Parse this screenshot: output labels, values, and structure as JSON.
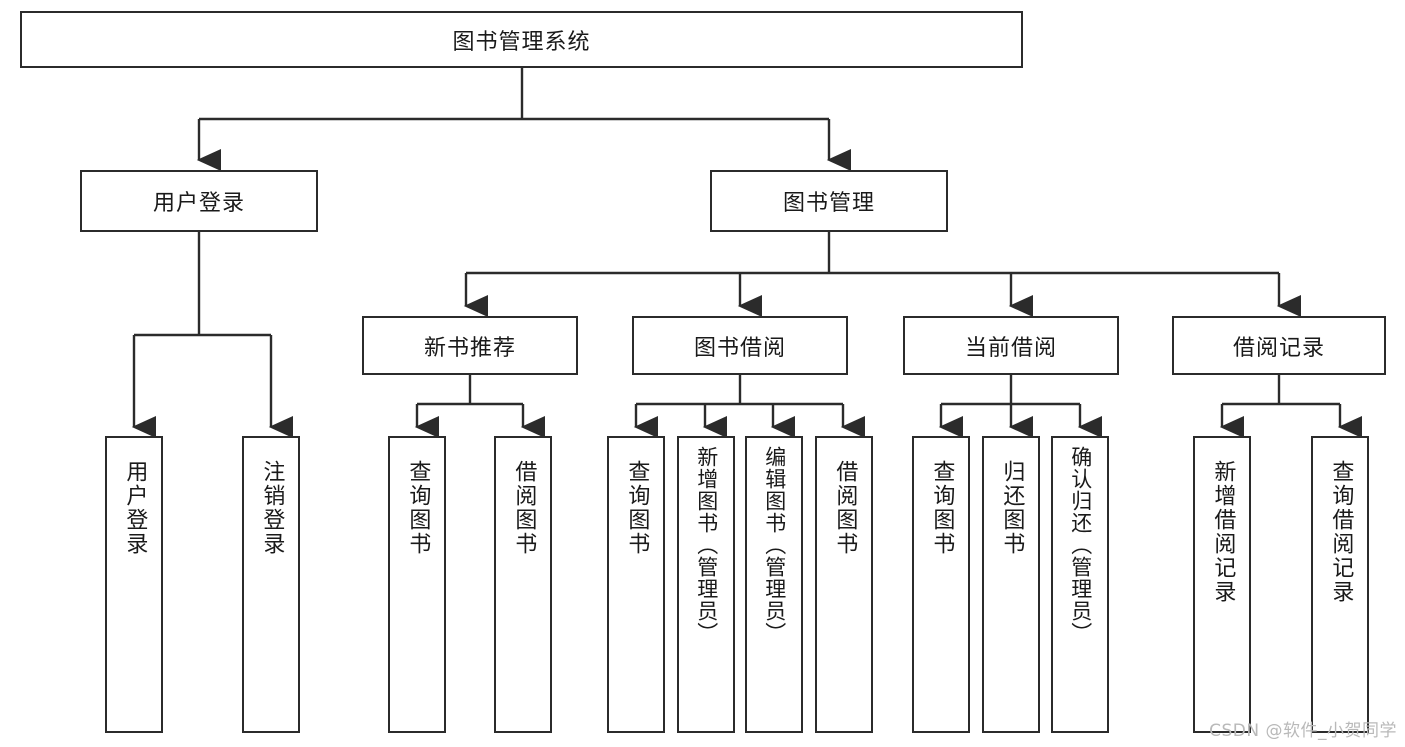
{
  "diagram": {
    "title": "图书管理系统",
    "background_color": "#ffffff",
    "line_color": "#2b2b2b",
    "text_color": "#1a1a1a",
    "watermark": "CSDN @软件_小贺同学",
    "watermark_color": "#b9b9b9"
  },
  "nodes": {
    "root": {
      "label": "图书管理系统",
      "level": 1,
      "orientation": "horizontal"
    },
    "l2": [
      {
        "label": "用户登录",
        "level": 2,
        "orientation": "horizontal"
      },
      {
        "label": "图书管理",
        "level": 2,
        "orientation": "horizontal"
      }
    ],
    "l3": [
      {
        "label": "新书推荐",
        "level": 3,
        "orientation": "horizontal"
      },
      {
        "label": "图书借阅",
        "level": 3,
        "orientation": "horizontal"
      },
      {
        "label": "当前借阅",
        "level": 3,
        "orientation": "horizontal"
      },
      {
        "label": "借阅记录",
        "level": 3,
        "orientation": "horizontal"
      }
    ],
    "leaves_user_login": [
      {
        "label": "用户登录",
        "orientation": "vertical"
      },
      {
        "label": "注销登录",
        "orientation": "vertical"
      }
    ],
    "leaves_new_book": [
      {
        "label": "查询图书",
        "orientation": "vertical"
      },
      {
        "label": "借阅图书",
        "orientation": "vertical"
      }
    ],
    "leaves_borrow": [
      {
        "label": "查询图书",
        "orientation": "vertical"
      },
      {
        "label": "新增图书（管理员）",
        "orientation": "vertical"
      },
      {
        "label": "编辑图书（管理员）",
        "orientation": "vertical"
      },
      {
        "label": "借阅图书",
        "orientation": "vertical"
      }
    ],
    "leaves_current": [
      {
        "label": "查询图书",
        "orientation": "vertical"
      },
      {
        "label": "归还图书",
        "orientation": "vertical"
      },
      {
        "label": "确认归还（管理员）",
        "orientation": "vertical"
      }
    ],
    "leaves_record": [
      {
        "label": "新增借阅记录",
        "orientation": "vertical"
      },
      {
        "label": "查询借阅记录",
        "orientation": "vertical"
      }
    ]
  }
}
